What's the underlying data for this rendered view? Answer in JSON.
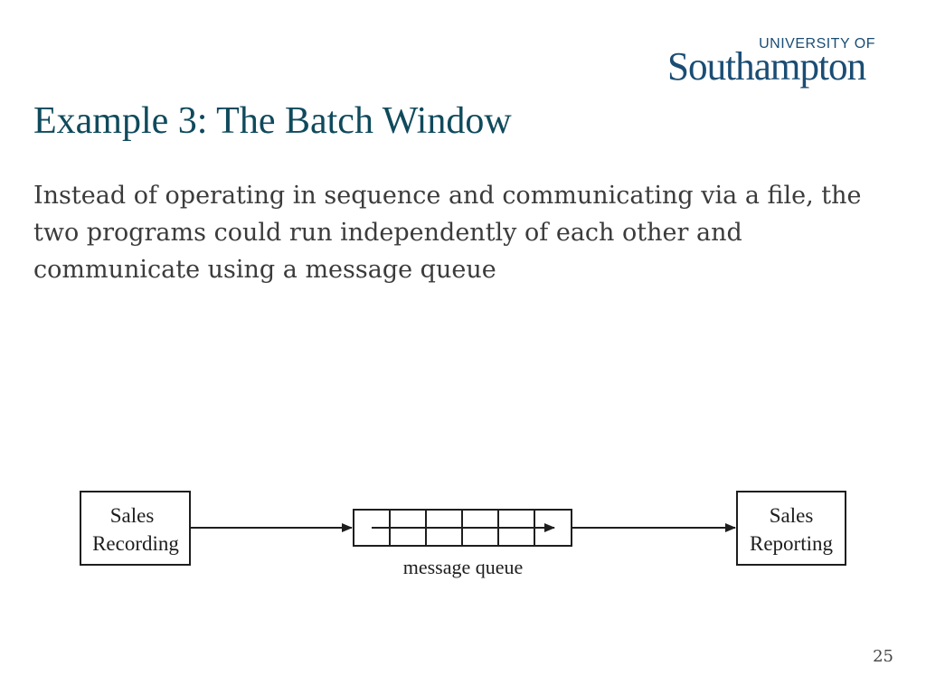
{
  "logo": {
    "line1": "UNIVERSITY OF",
    "line2": "Southampton"
  },
  "slide": {
    "title": "Example 3: The Batch Window",
    "body": "Instead of operating in sequence and communicating via a file, the two programs could run independently of each other and communicate using a message queue",
    "page_number": "25"
  },
  "diagram": {
    "source": {
      "line1": "Sales",
      "line2": "Recording"
    },
    "target": {
      "line1": "Sales",
      "line2": "Reporting"
    },
    "queue_label": "message queue"
  }
}
